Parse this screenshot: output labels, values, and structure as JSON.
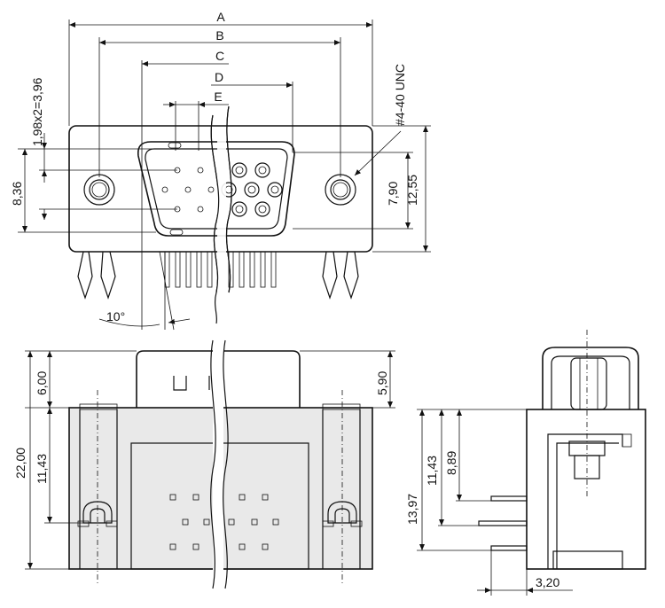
{
  "front_view": {
    "dim_A": "A",
    "dim_B": "B",
    "dim_C": "C",
    "dim_D": "D",
    "dim_E": "E",
    "dim_pitch": "1,98x2=3,96",
    "dim_836": "8,36",
    "dim_790": "7,90",
    "dim_1255": "12,55",
    "thread_label": "#4-40 UNC",
    "angle_label": "10°"
  },
  "bottom_view": {
    "dim_600": "6,00",
    "dim_2200": "22,00",
    "dim_1143": "11,43",
    "dim_590": "5,90"
  },
  "side_view": {
    "dim_1397": "13,97",
    "dim_1143": "11,43",
    "dim_889": "8,89",
    "dim_320": "3,20"
  }
}
